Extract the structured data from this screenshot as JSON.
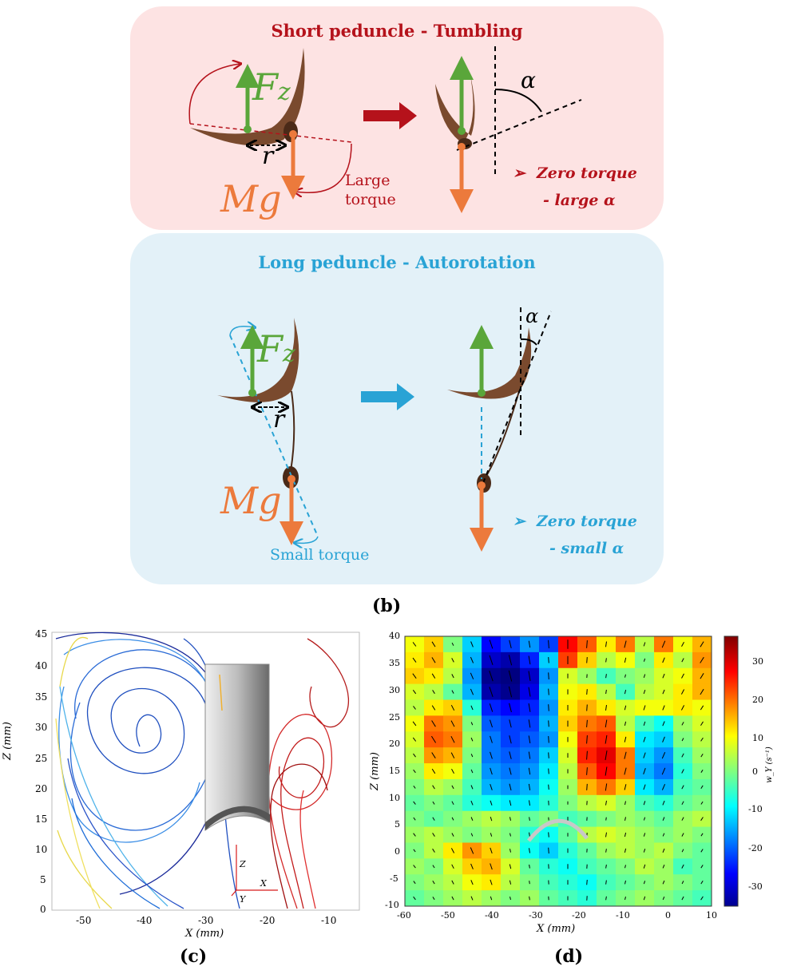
{
  "panel_b": {
    "short_title": "Short peduncle - Tumbling",
    "long_title": "Long peduncle - Autorotation",
    "fz_symbol": "F",
    "fz_sub": "z",
    "mg_symbol": "Mg",
    "r_symbol": "r",
    "alpha_symbol": "α",
    "large_torque": [
      "Large",
      "torque"
    ],
    "small_torque": "Small torque",
    "zero_torque": "Zero torque",
    "large_alpha": "- large α",
    "small_alpha": "- small α",
    "bullet": "➢",
    "caption": "(b)",
    "colors": {
      "red": "#b5121b",
      "blue": "#29a3d5",
      "green": "#5aa63a",
      "orange": "#ec7a3c",
      "seed": "#7a4a2e"
    }
  },
  "panel_c": {
    "caption": "(c)",
    "xlabel": "X (mm)",
    "ylabel": "Z (mm)",
    "xticks": [
      "-50",
      "-40",
      "-30",
      "-20",
      "-10"
    ],
    "yticks": [
      "0",
      "5",
      "10",
      "15",
      "20",
      "25",
      "30",
      "35",
      "40",
      "45"
    ],
    "axis_triad": {
      "z": "Z",
      "x": "X",
      "y": "Y"
    }
  },
  "panel_d": {
    "caption": "(d)",
    "xlabel": "X (mm)",
    "ylabel": "Z (mm)",
    "xticks": [
      "-60",
      "-50",
      "-40",
      "-30",
      "-20",
      "-10",
      "0",
      "10"
    ],
    "yticks": [
      "-10",
      "-5",
      "0",
      "5",
      "10",
      "15",
      "20",
      "25",
      "30",
      "35",
      "40"
    ],
    "colorbar_label": "w_Y (s⁻¹)",
    "colorbar_ticks": [
      "30",
      "20",
      "10",
      "0",
      "-10",
      "-20",
      "-30"
    ]
  },
  "chart_data": {
    "type": "heatmap",
    "xlim": [
      -60,
      10
    ],
    "ylim": [
      -10,
      40
    ],
    "clim": [
      -35,
      35
    ],
    "colormap": "jet",
    "rows_top_to_bottom": [
      [
        8,
        12,
        0,
        -12,
        -26,
        -22,
        -16,
        -22,
        26,
        20,
        10,
        18,
        4,
        18,
        8,
        14
      ],
      [
        10,
        14,
        6,
        -14,
        -30,
        -32,
        -24,
        -12,
        22,
        12,
        4,
        8,
        0,
        10,
        4,
        16
      ],
      [
        12,
        10,
        4,
        -16,
        -34,
        -35,
        -30,
        -16,
        6,
        2,
        -4,
        0,
        2,
        6,
        8,
        14
      ],
      [
        6,
        4,
        -2,
        -14,
        -32,
        -34,
        -28,
        -14,
        8,
        10,
        4,
        -4,
        4,
        6,
        10,
        14
      ],
      [
        4,
        10,
        12,
        -6,
        -24,
        -26,
        -24,
        -16,
        10,
        14,
        10,
        6,
        8,
        8,
        10,
        8
      ],
      [
        8,
        18,
        16,
        0,
        -20,
        -22,
        -22,
        -14,
        12,
        18,
        20,
        4,
        -4,
        -8,
        2,
        6
      ],
      [
        6,
        20,
        18,
        2,
        -18,
        -22,
        -20,
        -16,
        8,
        22,
        24,
        10,
        -10,
        -12,
        0,
        4
      ],
      [
        4,
        16,
        14,
        0,
        -18,
        -20,
        -18,
        -12,
        6,
        24,
        28,
        18,
        -12,
        -16,
        -4,
        2
      ],
      [
        2,
        10,
        8,
        -2,
        -16,
        -18,
        -16,
        -10,
        4,
        20,
        26,
        18,
        -14,
        -18,
        -6,
        0
      ],
      [
        0,
        4,
        2,
        -4,
        -14,
        -16,
        -14,
        -8,
        2,
        14,
        18,
        12,
        -10,
        -14,
        -4,
        -2
      ],
      [
        -2,
        0,
        -2,
        -6,
        -8,
        -10,
        -10,
        -6,
        0,
        4,
        6,
        2,
        -4,
        -6,
        -2,
        0
      ],
      [
        0,
        -2,
        0,
        2,
        4,
        2,
        -2,
        0,
        -4,
        -2,
        0,
        2,
        0,
        -2,
        2,
        4
      ],
      [
        2,
        4,
        2,
        0,
        2,
        0,
        -6,
        -8,
        -2,
        4,
        6,
        4,
        2,
        0,
        2,
        0
      ],
      [
        0,
        4,
        10,
        16,
        12,
        2,
        -8,
        -12,
        -6,
        -2,
        2,
        4,
        2,
        4,
        0,
        -2
      ],
      [
        2,
        0,
        6,
        12,
        14,
        6,
        -2,
        -6,
        -8,
        -4,
        -2,
        0,
        4,
        2,
        -4,
        -2
      ],
      [
        0,
        2,
        4,
        8,
        10,
        4,
        0,
        -4,
        -6,
        -8,
        -4,
        -2,
        0,
        2,
        0,
        -2
      ],
      [
        -2,
        0,
        2,
        4,
        2,
        0,
        2,
        -2,
        -4,
        -6,
        -2,
        0,
        2,
        0,
        -2,
        -4
      ]
    ]
  }
}
